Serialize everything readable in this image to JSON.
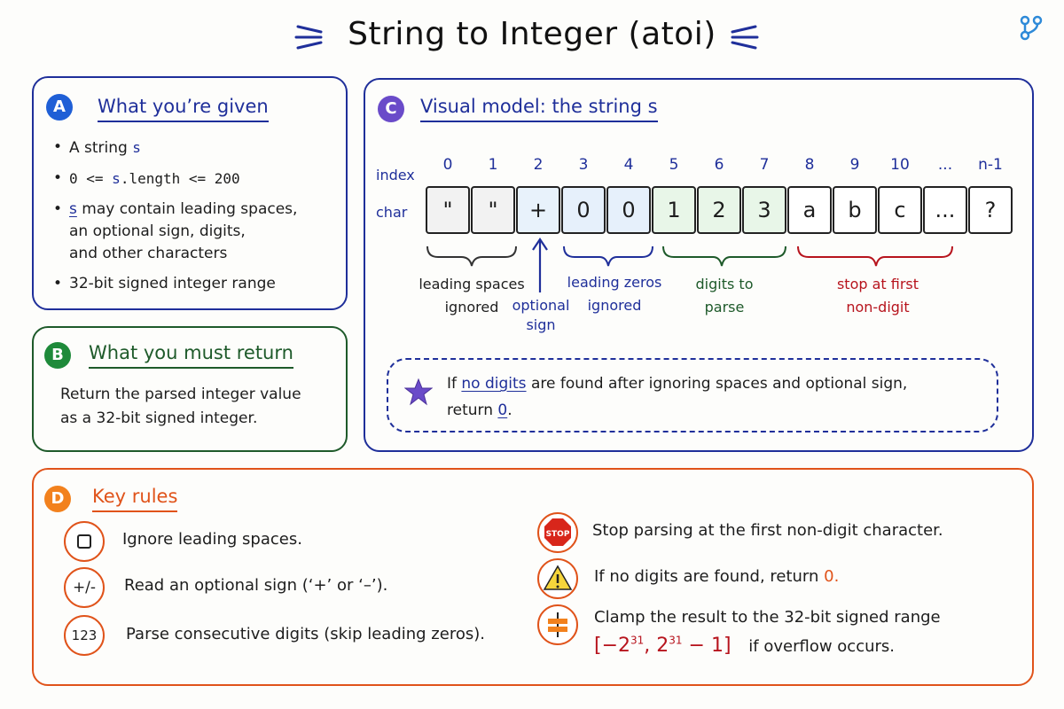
{
  "title": "String to Integer (atoi)",
  "colors": {
    "blue": "#1f2f9a",
    "green": "#1e5a2a",
    "purple": "#6a4bc9",
    "orange": "#e0531a",
    "red": "#b7141d"
  },
  "brand_icon": "branch-icon",
  "panel_a": {
    "badge": "A",
    "title": "What you’re given",
    "b1_text": "A string ",
    "b1_code": "s",
    "b2_code1": "0 <= ",
    "b2_code2": "s",
    "b2_code3": ".length <= 200",
    "b3_code": "s",
    "b3_line1": " may contain leading spaces,",
    "b3_line2": "an optional sign, digits,",
    "b3_line3": "and other characters",
    "b4_text": "32-bit signed integer range"
  },
  "panel_b": {
    "badge": "B",
    "title": "What you must return",
    "line1": "Return the parsed integer value",
    "line2": "as a 32-bit signed integer."
  },
  "panel_c": {
    "badge": "C",
    "title": "Visual model: the string s",
    "index_label": "index",
    "char_label": "char",
    "indices": [
      "0",
      "1",
      "2",
      "3",
      "4",
      "5",
      "6",
      "7",
      "8",
      "9",
      "10",
      "...",
      "n-1"
    ],
    "chars": [
      "\"",
      "\"",
      "+",
      "0",
      "0",
      "1",
      "2",
      "3",
      "a",
      "b",
      "c",
      "...",
      "?"
    ],
    "cap_spaces_1": "leading spaces",
    "cap_spaces_2": "ignored",
    "cap_sign_1": "optional",
    "cap_sign_2": "sign",
    "cap_zeros_1": "leading zeros",
    "cap_zeros_2": "ignored",
    "cap_digits_1": "digits to",
    "cap_digits_2": "parse",
    "cap_stop_1": "stop at first",
    "cap_stop_2": "non-digit",
    "note_icon": "star-icon",
    "note_1": "If ",
    "note_2": "no digits",
    "note_3": " are found after ignoring spaces and optional sign,",
    "note_4": "return ",
    "note_5": "0",
    "note_6": "."
  },
  "panel_d": {
    "badge": "D",
    "title": "Key rules",
    "r1_icon": "space-icon",
    "r1_text": "Ignore leading spaces.",
    "r2_icon": "+/-",
    "r2_text": "Read an optional sign (‘+’ or ‘–’).",
    "r3_icon": "123",
    "r3_text": "Parse consecutive digits (skip leading zeros).",
    "r4_icon": "STOP",
    "r4_text": "Stop parsing at the first non-digit character.",
    "r5_icon": "warning-icon",
    "r5_text_a": "If no digits are found, return ",
    "r5_text_b": "0.",
    "r6_icon": "clamp-icon",
    "r6_text": "Clamp the result to the 32-bit signed range",
    "r6_range_a": "[−2",
    "r6_exp1": "31",
    "r6_range_b": ", 2",
    "r6_exp2": "31",
    "r6_range_c": " − 1]",
    "r6_text2": "if overflow occurs."
  }
}
